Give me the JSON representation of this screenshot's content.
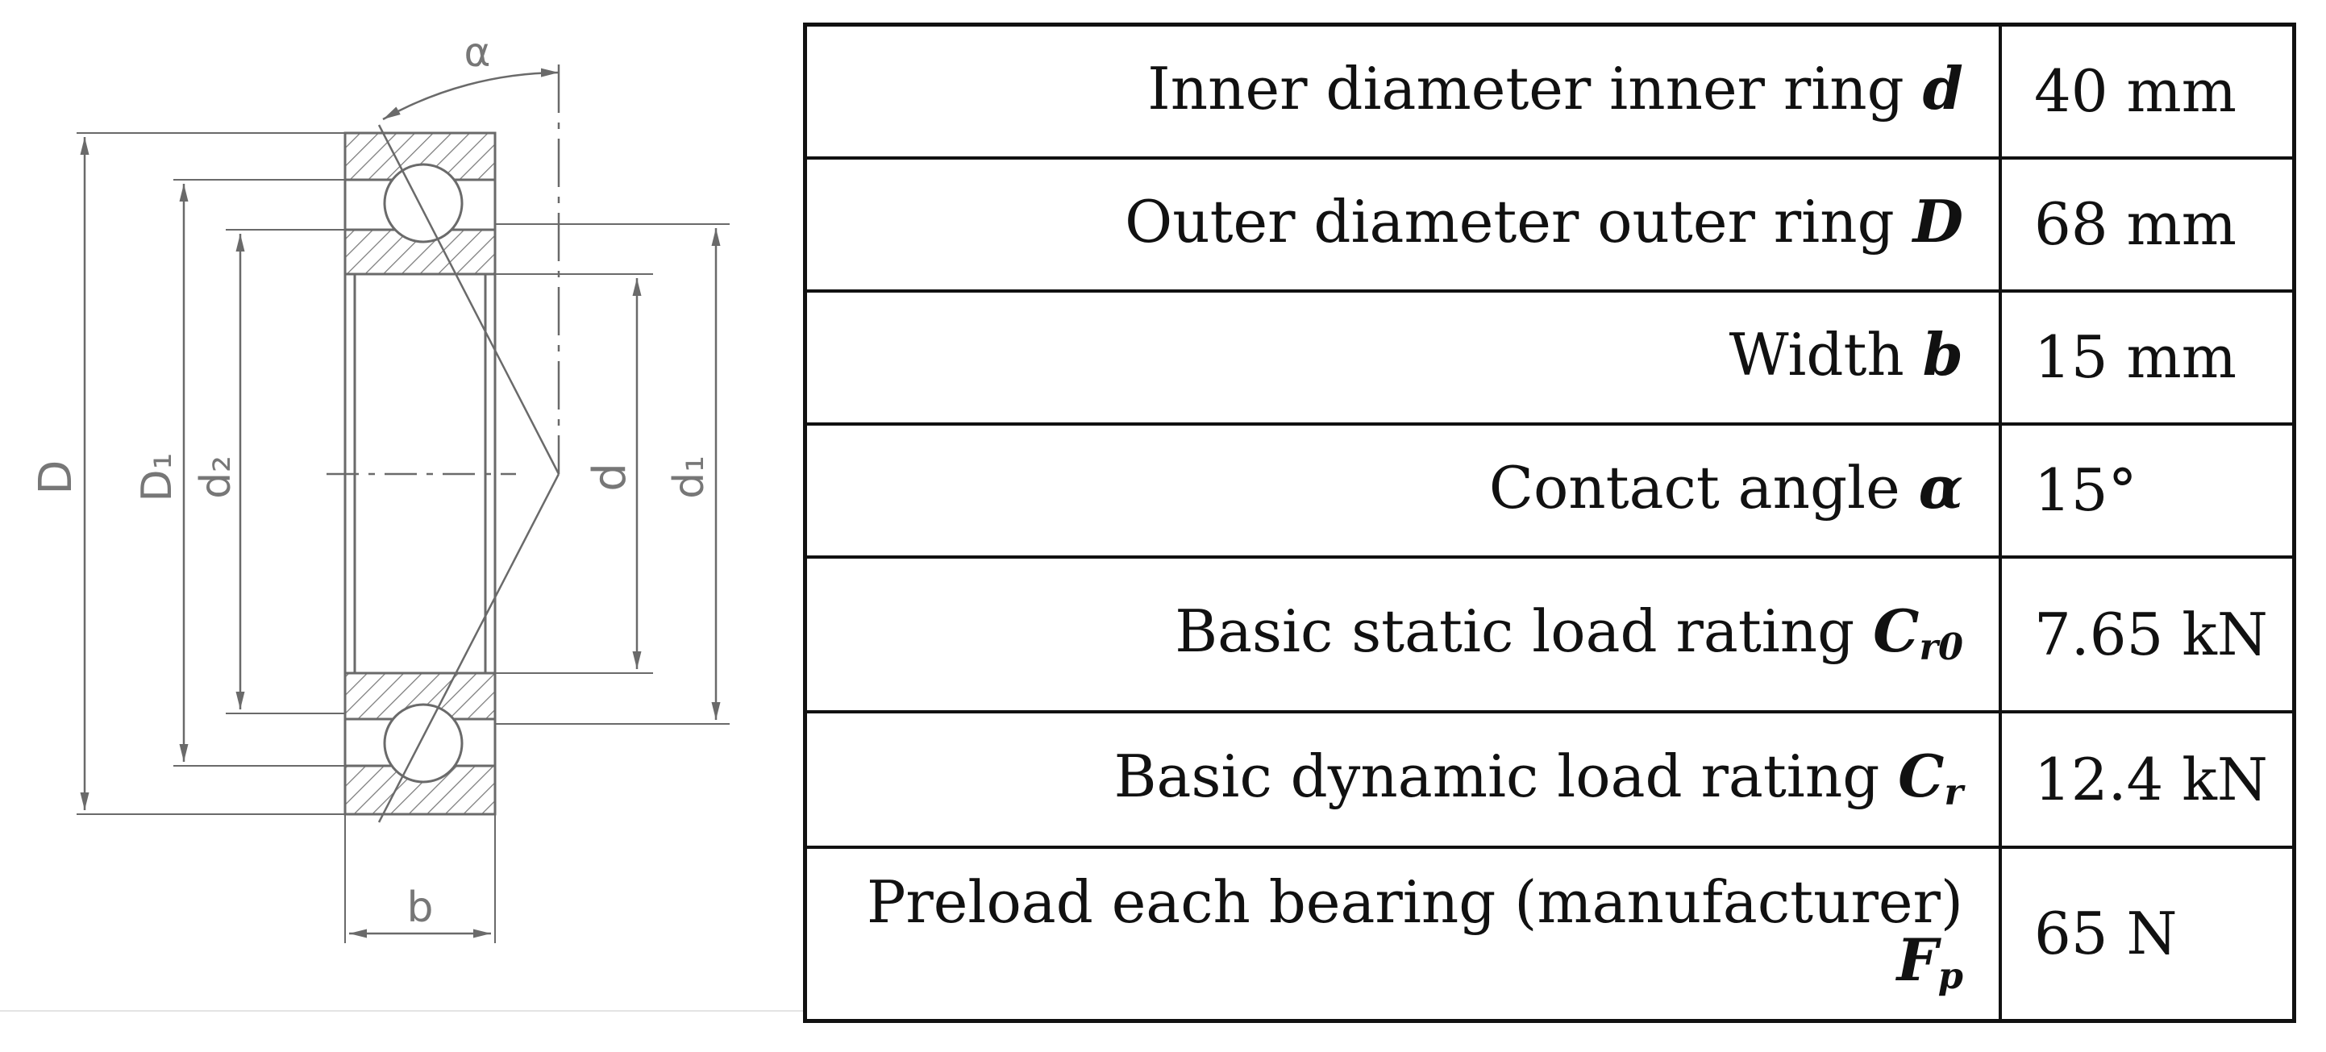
{
  "drawing": {
    "labels": {
      "alpha": "α",
      "D": "D",
      "D1": "D₁",
      "d2": "d₂",
      "d": "d",
      "d1": "d₁",
      "b": "b"
    }
  },
  "table": {
    "rows": [
      {
        "label": "Inner diameter inner ring",
        "symbol": "d",
        "sub": "",
        "value": "40 mm"
      },
      {
        "label": "Outer diameter outer ring",
        "symbol": "D",
        "sub": "",
        "value": "68 mm"
      },
      {
        "label": "Width",
        "symbol": "b",
        "sub": "",
        "value": "15 mm"
      },
      {
        "label": "Contact angle",
        "symbol": "α",
        "sub": "",
        "value": "15°"
      },
      {
        "label": "Basic static load rating",
        "symbol": "C",
        "sub": "r0",
        "value": "7.65 kN"
      },
      {
        "label": "Basic dynamic load rating",
        "symbol": "C",
        "sub": "r",
        "value": "12.4 kN"
      },
      {
        "label": "Preload each bearing (manufacturer)",
        "symbol": "F",
        "sub": "p",
        "value": "65 N"
      }
    ]
  }
}
